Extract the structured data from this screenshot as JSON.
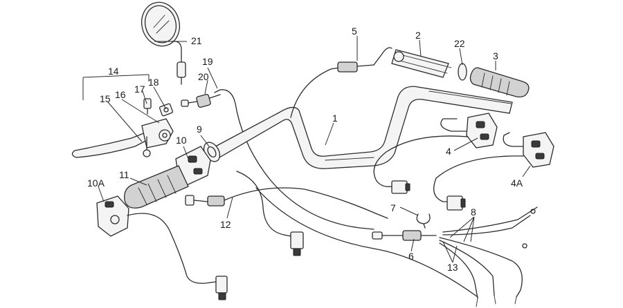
{
  "labels": {
    "l1": "1",
    "l2": "2",
    "l3": "3",
    "l4": "4",
    "l4a": "4A",
    "l5": "5",
    "l6": "6",
    "l7": "7",
    "l8": "8",
    "l9": "9",
    "l10": "10",
    "l10a": "10A",
    "l11": "11",
    "l12": "12",
    "l13": "13",
    "l14": "14",
    "l15": "15",
    "l16": "16",
    "l17": "17",
    "l18": "18",
    "l19": "19",
    "l20": "20",
    "l21": "21",
    "l22": "22"
  }
}
